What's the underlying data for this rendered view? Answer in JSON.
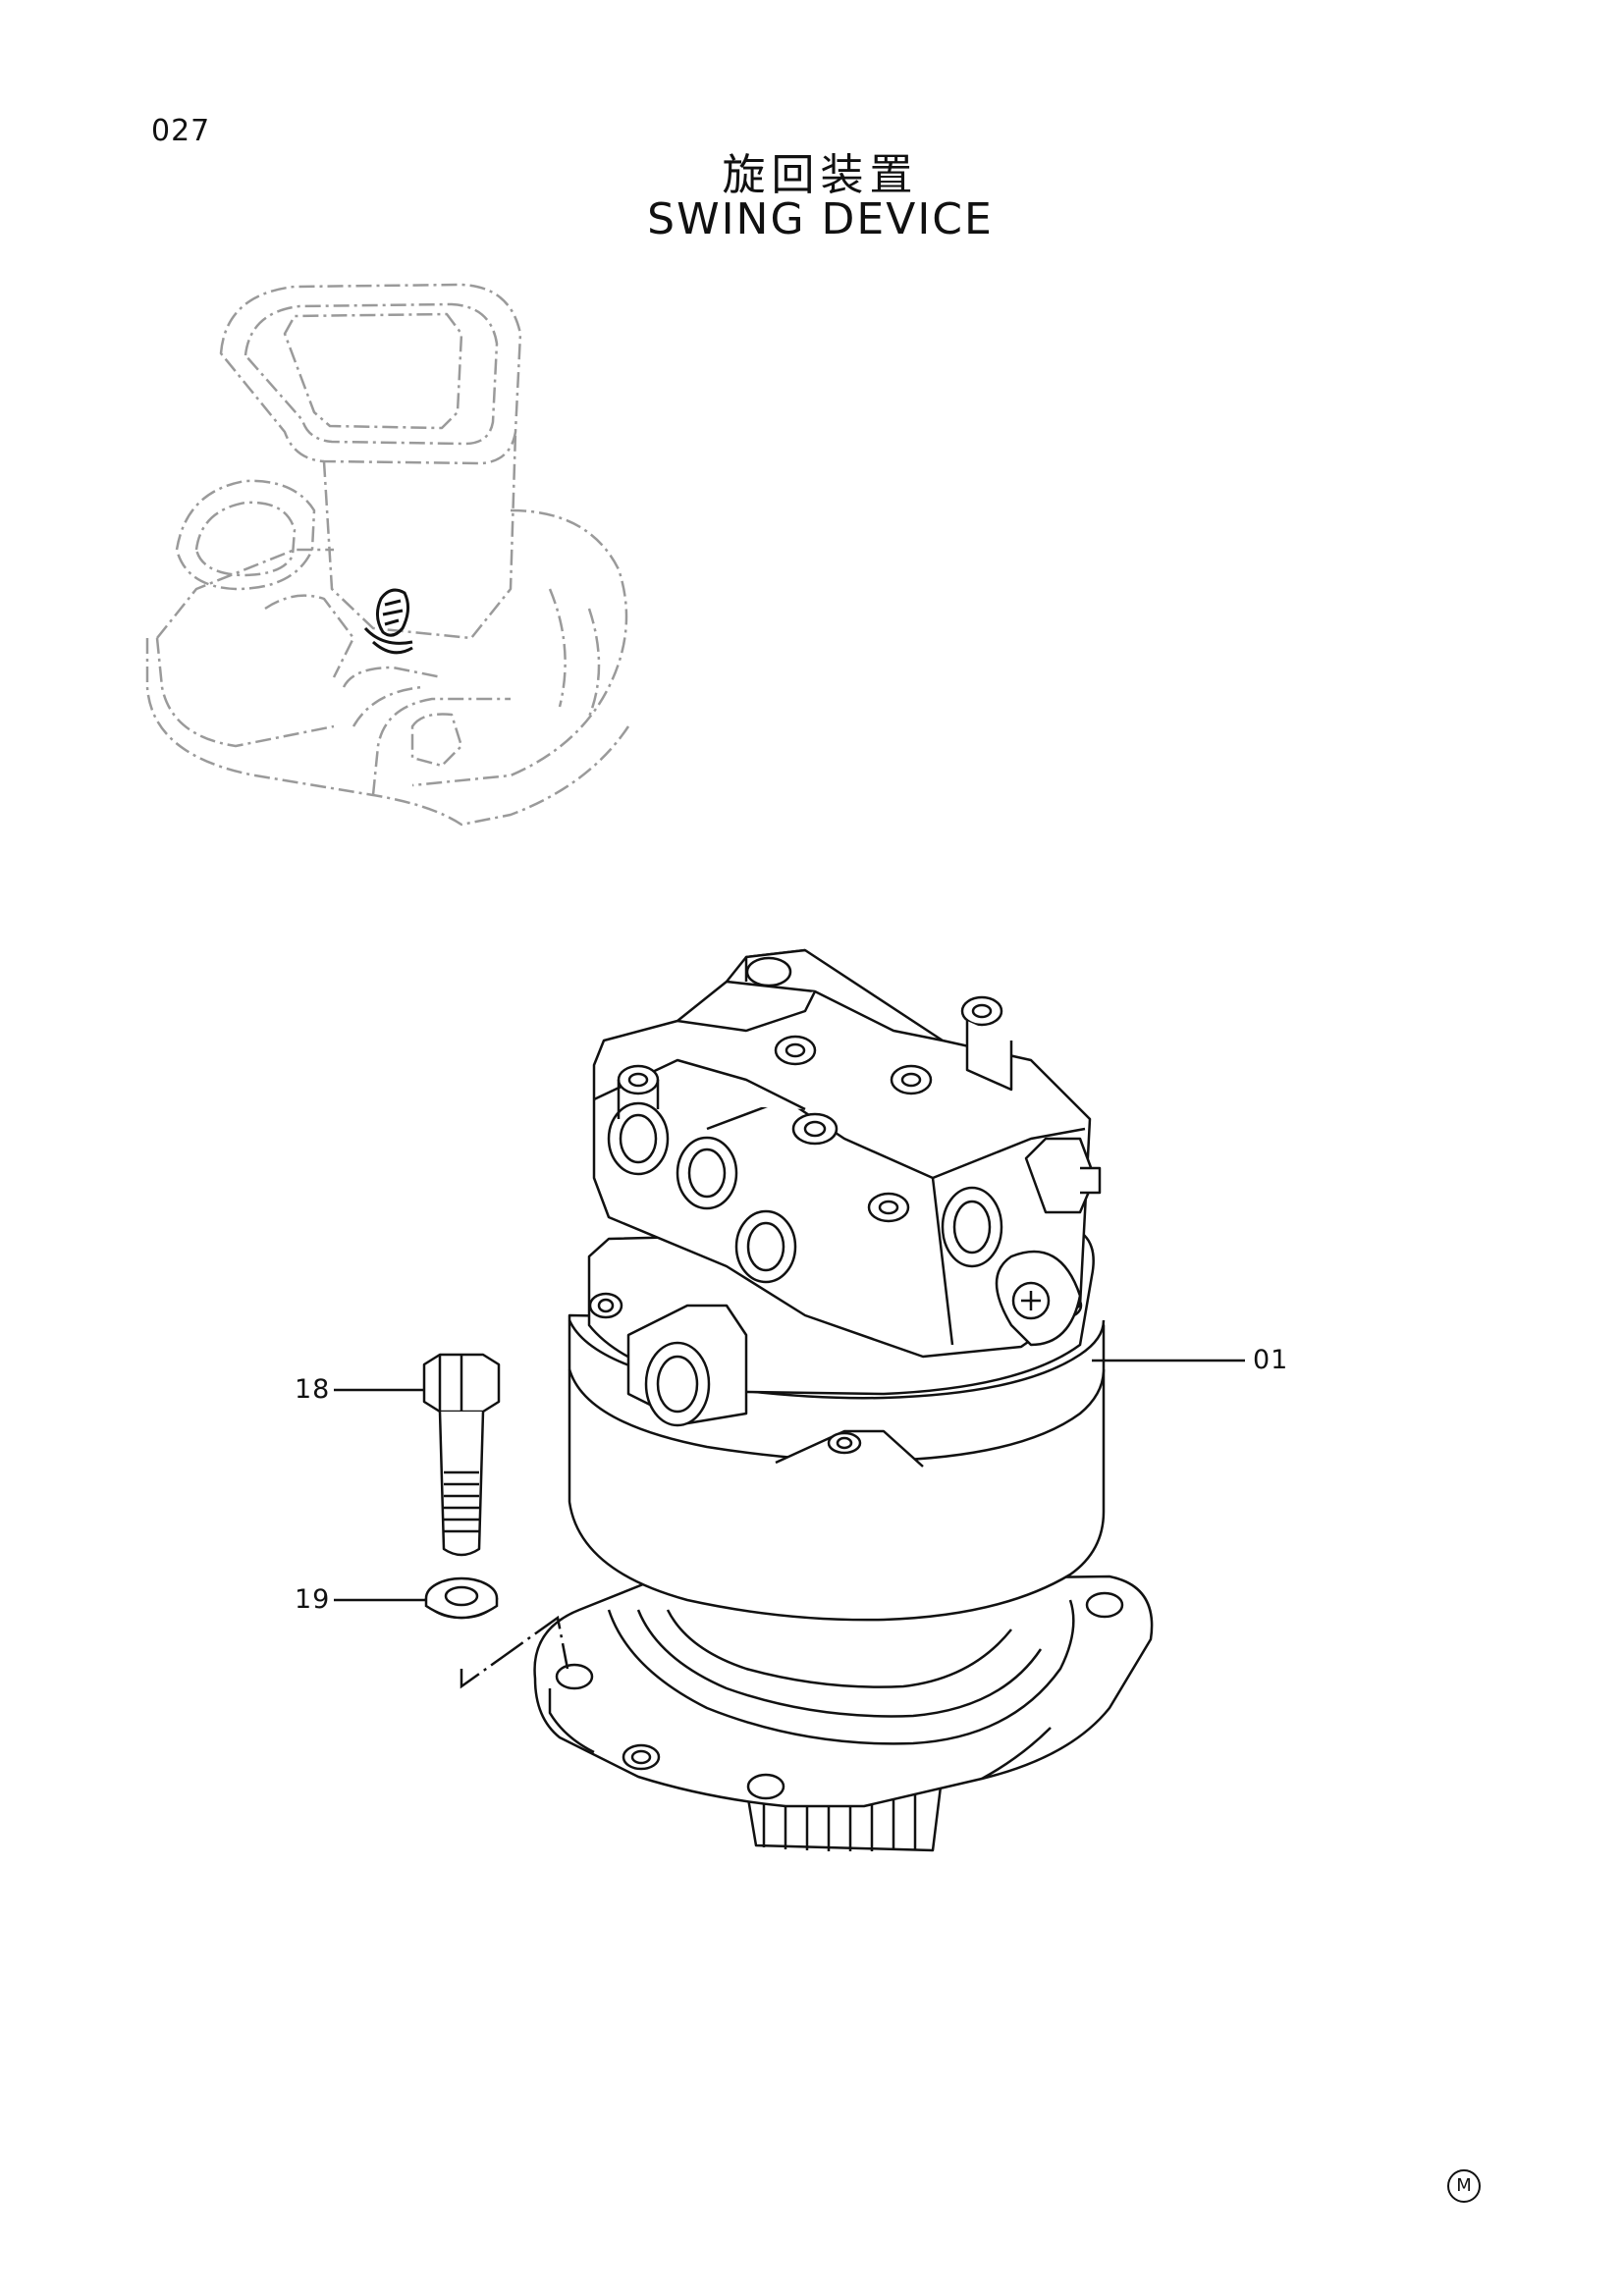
{
  "page": {
    "number": "027"
  },
  "title": {
    "japanese": "旋回装置",
    "english": "SWING DEVICE"
  },
  "callouts": {
    "swing_device": "01",
    "bolt": "18",
    "washer": "19"
  },
  "mark": {
    "label": "M"
  },
  "colors": {
    "ink": "#111111",
    "ghost": "#9a9a9a",
    "paper": "#ffffff"
  }
}
